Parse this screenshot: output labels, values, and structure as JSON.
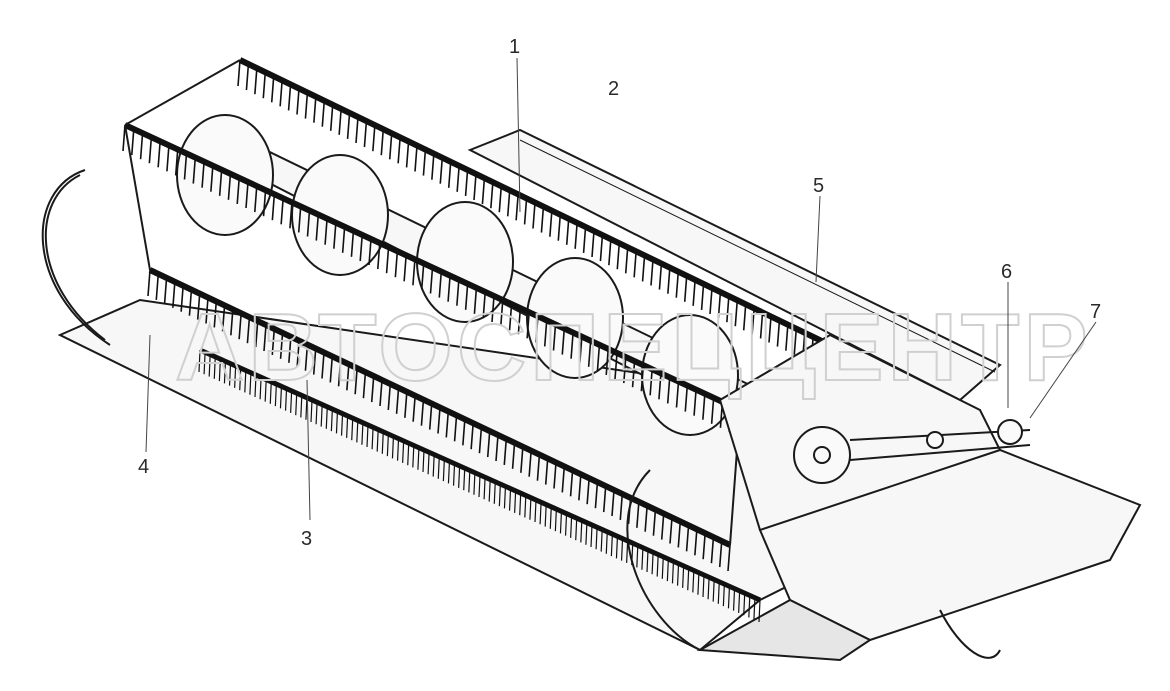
{
  "callouts": [
    {
      "id": "1",
      "label": "1"
    },
    {
      "id": "2",
      "label": "2"
    },
    {
      "id": "3",
      "label": "3"
    },
    {
      "id": "4",
      "label": "4"
    },
    {
      "id": "5",
      "label": "5"
    },
    {
      "id": "6",
      "label": "6"
    },
    {
      "id": "7",
      "label": "7"
    }
  ],
  "watermark": "АВТОСПЕЦЦЕНТР",
  "colors": {
    "line": "#1a1a1a",
    "background": "#ffffff",
    "watermark": "#d0d0d0"
  }
}
